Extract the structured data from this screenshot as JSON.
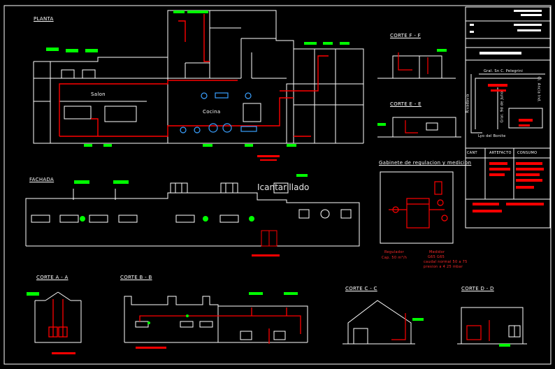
{
  "colors": {
    "background": "#000000",
    "lines": "#ffffff",
    "pipes": "#ff0000",
    "tags": "#00ff00",
    "fixtures": "#3aa0ff",
    "border": "#ffffff"
  },
  "titles": {
    "planta": "PLANTA",
    "fachada": "FACHADA",
    "corte_ff": "CORTE   F - F",
    "corte_ee": "CORTE   E - E",
    "gabinete": "Gabinete de regulacion y medicion",
    "corte_aa": "CORTE   A - A",
    "corte_bb": "CORTE   B - B",
    "corte_cc": "CORTE   C - C",
    "corte_dd": "CORTE   D - D"
  },
  "watermark": "Icantarillado",
  "gabinete_notes": {
    "left_1": "Regulador",
    "left_2": "Cap. 50 m³/h",
    "right_1": "Medidor",
    "right_2": "G65  G65",
    "right_3": "caudal normal 50 a 75",
    "right_4": "presion a 4   25 mbar"
  },
  "location_map": {
    "street_top": "Gral. Sn C. Pelegrini",
    "street_bottom": "Lyo del Bonite",
    "street_left": "Rivadavia",
    "street_right": "Cl. Ancia Ind.",
    "street_mid": "Gral. 9d de Julio"
  },
  "table_headers": [
    "CANT",
    "ARTEFACTO",
    "CONSUMO"
  ],
  "plan_labels": {
    "room_a": "Salon",
    "room_b": "Cocina"
  }
}
